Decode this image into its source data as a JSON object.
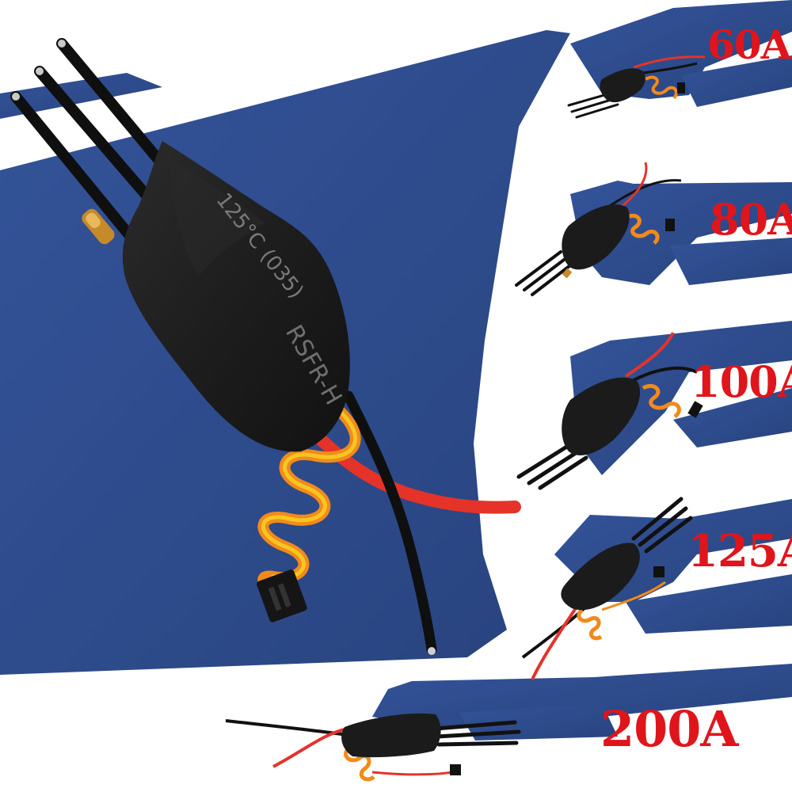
{
  "labels": {
    "amp_60": "60A",
    "amp_80": "80A",
    "amp_100": "100A",
    "amp_125": "125A",
    "amp_200": "200A"
  },
  "hero_esc": {
    "marking_temp": "125°C",
    "marking_code": "(035)",
    "marking_model": "RSFR-H"
  },
  "colors": {
    "background_blue": "#2e4c8c",
    "background_white": "#ffffff",
    "esc_body": "#1e1e1e",
    "wire_red": "#e5332a",
    "wire_black": "#0f0f0f",
    "servo_orange": "#f28a1a",
    "servo_yellow": "#f5c623",
    "label_red": "#e0151b"
  }
}
